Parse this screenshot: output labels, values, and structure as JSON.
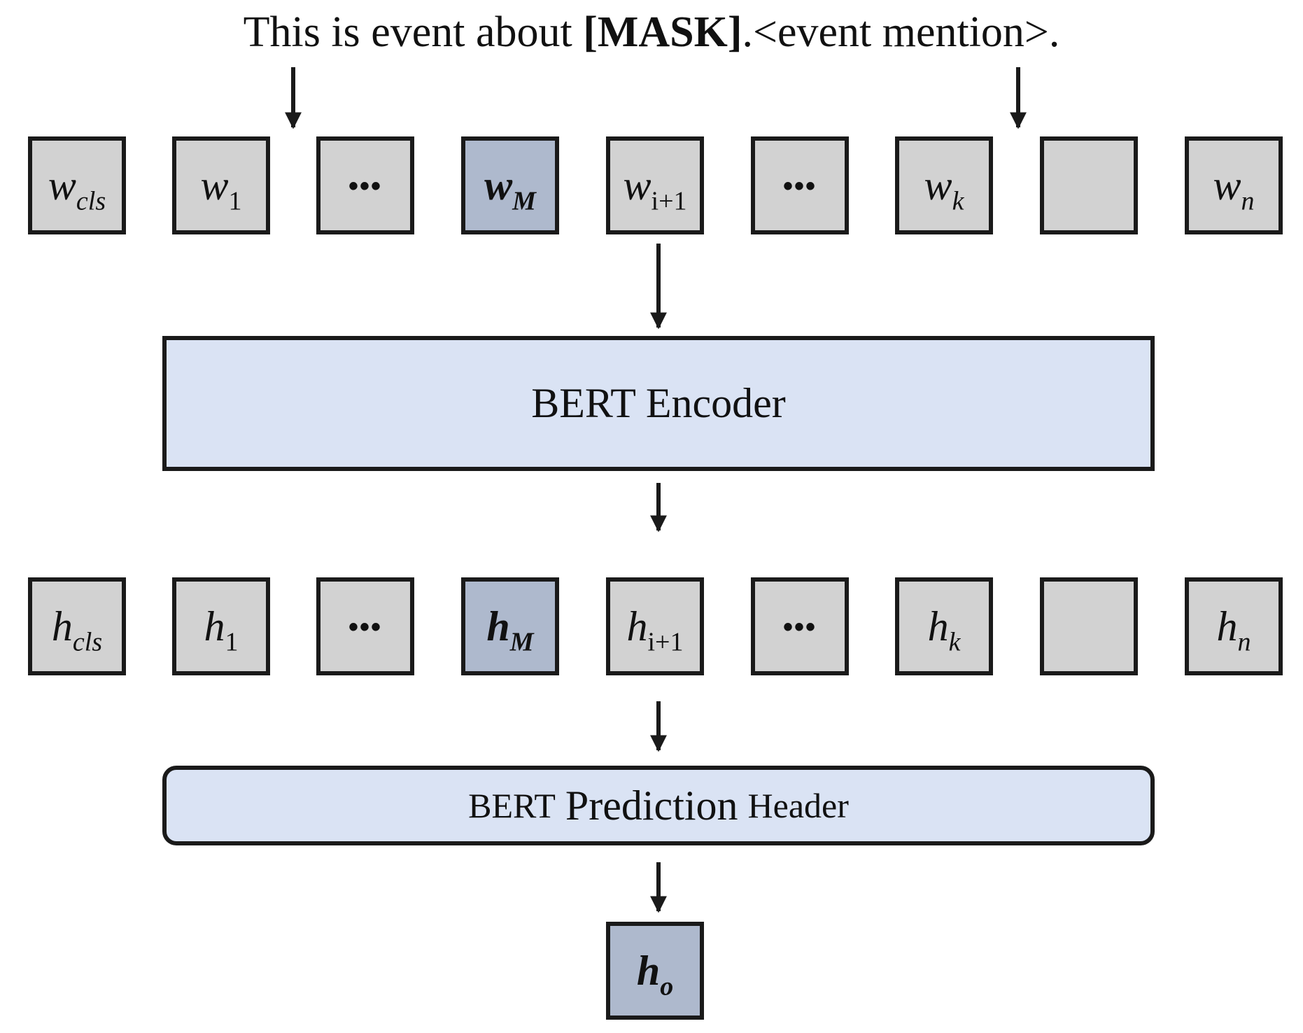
{
  "sentence": {
    "before": "This is event about ",
    "mask": "[MASK]",
    "after": ".<event mention>."
  },
  "input_tokens": [
    {
      "base": "w",
      "sub": "cls"
    },
    {
      "base": "w",
      "sub": "1"
    },
    {
      "dots": "•••"
    },
    {
      "base": "w",
      "sub": "M"
    },
    {
      "base": "w",
      "sub": "i+1"
    },
    {
      "dots": "•••"
    },
    {
      "base": "w",
      "sub": "k"
    },
    {},
    {
      "base": "w",
      "sub": "n"
    }
  ],
  "hidden_tokens": [
    {
      "base": "h",
      "sub": "cls"
    },
    {
      "base": "h",
      "sub": "1"
    },
    {
      "dots": "•••"
    },
    {
      "base": "h",
      "sub": "M"
    },
    {
      "base": "h",
      "sub": "i+1"
    },
    {
      "dots": "•••"
    },
    {
      "base": "h",
      "sub": "k"
    },
    {},
    {
      "base": "h",
      "sub": "n"
    }
  ],
  "encoder": {
    "label": "BERT Encoder"
  },
  "prediction_header": {
    "part1": "BERT",
    "part2": "Prediction",
    "part3": "Header"
  },
  "output": {
    "base": "h",
    "sub": "o"
  },
  "colors": {
    "token_fill": "#d2d2d2",
    "mask_token_fill": "#aeb9cd",
    "block_fill": "#dae3f4",
    "stroke": "#1a1a1a"
  }
}
